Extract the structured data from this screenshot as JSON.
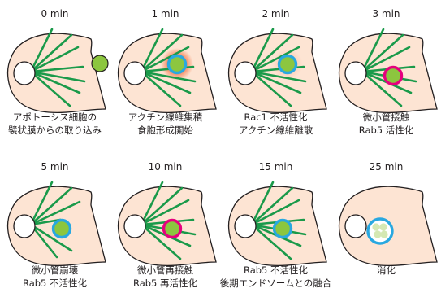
{
  "stages": [
    {
      "time": "0 min",
      "lines": [
        "アポトーシス細胞の",
        "襞状膜からの取り込み"
      ]
    },
    {
      "time": "1 min",
      "lines": [
        "アクチン線維集積",
        "食胞形成開始"
      ]
    },
    {
      "time": "2 min",
      "lines": [
        "Rac1 不活性化",
        "アクチン線維離散"
      ]
    },
    {
      "time": "3 min",
      "lines": [
        "微小管接触",
        "Rab5 活性化"
      ]
    },
    {
      "time": "5 min",
      "lines": [
        "微小管崩壊",
        "Rab5 不活性化"
      ]
    },
    {
      "time": "10 min",
      "lines": [
        "微小管再接触",
        "Rab5 再活性化"
      ]
    },
    {
      "time": "15 min",
      "lines": [
        "Rab5 不活性化",
        "後期エンドソームとの融合"
      ]
    },
    {
      "time": "25 min",
      "lines": [
        "消化",
        ""
      ]
    }
  ],
  "colors": {
    "cell_fill": "#fde4d3",
    "outline": "#231f20",
    "microtubule": "#1a9a4a",
    "apoptotic_cell": "#8cc63f",
    "phagosome_ring": "#29a8e0",
    "actin_glow": "#f15a24",
    "rab5_ring": "#e6007e"
  }
}
